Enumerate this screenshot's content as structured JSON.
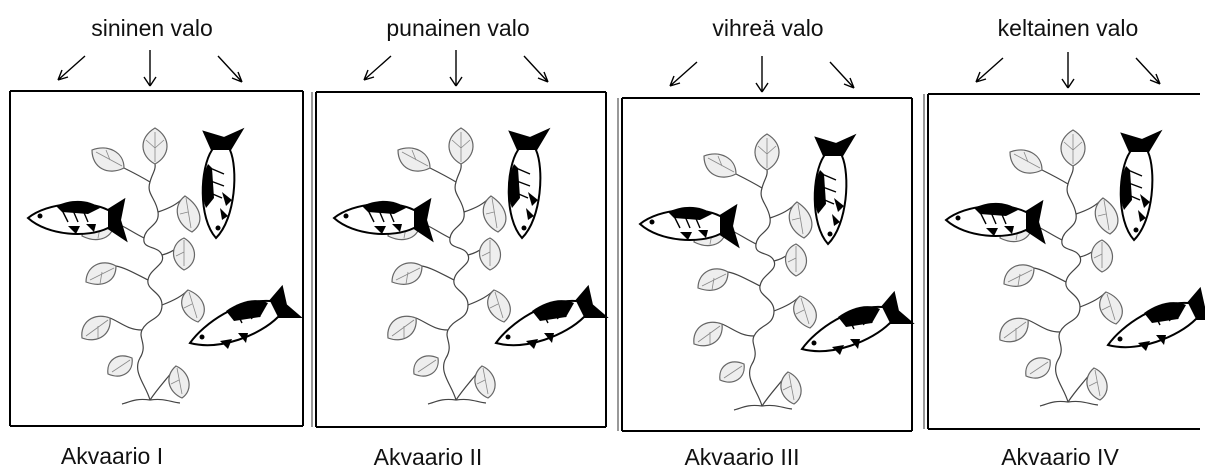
{
  "aquariums": [
    {
      "light_label": "sininen valo",
      "tank_label": "Akvaario I"
    },
    {
      "light_label": "punainen valo",
      "tank_label": "Akvaario II"
    },
    {
      "light_label": "vihreä valo",
      "tank_label": "Akvaario III"
    },
    {
      "light_label": "keltainen valo",
      "tank_label": "Akvaario IV"
    }
  ]
}
